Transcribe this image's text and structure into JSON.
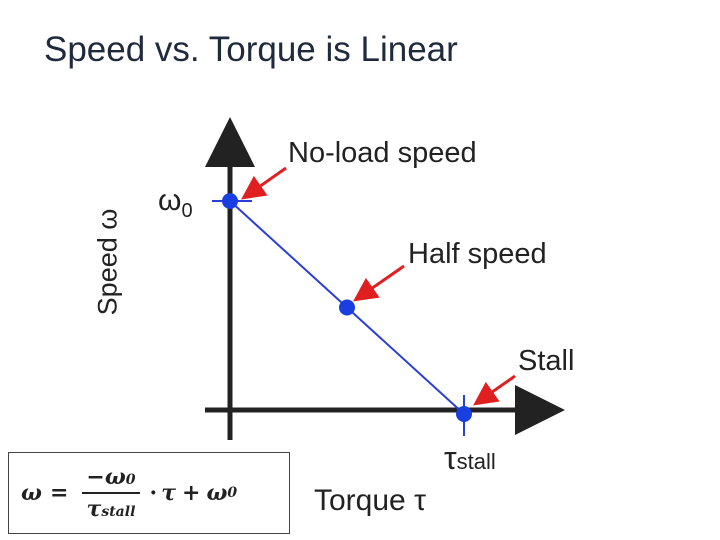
{
  "title": "Speed vs. Torque is Linear",
  "chart_data": {
    "type": "line",
    "xlabel": "Torque τ",
    "ylabel": "Speed ω",
    "x_tick": {
      "symbol": "τ",
      "subscript": "stall"
    },
    "y_tick": {
      "symbol": "ω",
      "subscript": "0"
    },
    "series": [
      {
        "points": [
          {
            "x": 0,
            "y": 1,
            "annotation": "No-load speed"
          },
          {
            "x": 0.5,
            "y": 0.5,
            "annotation": "Half speed"
          },
          {
            "x": 1,
            "y": 0,
            "annotation": "Stall"
          }
        ]
      }
    ],
    "xlim": [
      0,
      1.35
    ],
    "ylim": [
      0,
      1.25
    ],
    "colors": {
      "line": "#2a3fd6",
      "marker": "#1a3fe0",
      "arrow": "#e02020",
      "axis": "#222222"
    }
  },
  "formula": {
    "lhs": "ω",
    "equals": "=",
    "num": "−ω",
    "num_sub": "0",
    "den": "τ",
    "den_sub": "stall",
    "op_mul": "·",
    "tau": "τ",
    "plus": "+",
    "omega": "ω",
    "omega_sub": "0"
  }
}
